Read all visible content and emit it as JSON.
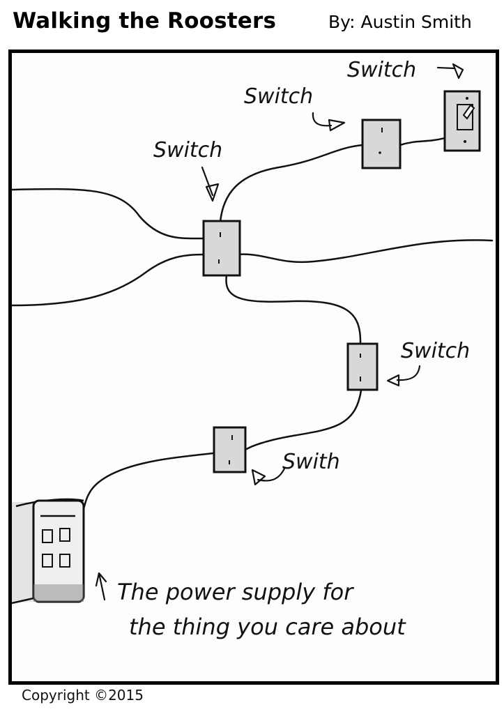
{
  "comic": {
    "title": "Walking the Roosters",
    "byline": "By: Austin Smith",
    "copyright": "Copyright ©2015"
  },
  "panel": {
    "labels": {
      "top_right": "Switch",
      "top_middle": "Switch",
      "upper_left": "Switch",
      "right_middle": "Switch",
      "lower_middle": "Swith"
    },
    "caption_line1": "The power supply for",
    "caption_line2": "the thing you care about"
  },
  "colors": {
    "ink": "#111111",
    "switch_fill": "#d8d8d8",
    "paper": "#fdfdfd"
  }
}
